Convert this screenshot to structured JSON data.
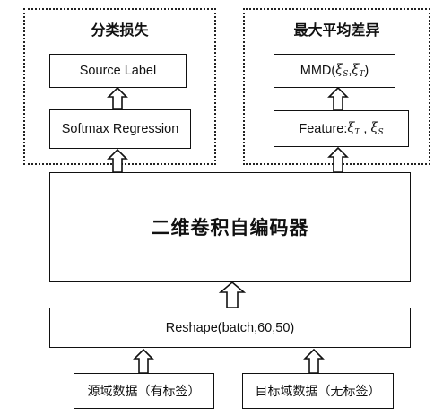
{
  "left_group": {
    "title": "分类损失",
    "source_label": "Source Label",
    "softmax": "Softmax Regression"
  },
  "right_group": {
    "title": "最大平均差异",
    "mmd_prefix": "MMD(",
    "mmd_arg1": "ξ",
    "mmd_arg1_sub": "S",
    "mmd_sep": ",",
    "mmd_arg2": "ξ",
    "mmd_arg2_sub": "T",
    "mmd_suffix": ")",
    "feature_prefix": "Feature:",
    "feature_arg1": "ξ",
    "feature_arg1_sub": "T",
    "feature_sep": " , ",
    "feature_arg2": "ξ",
    "feature_arg2_sub": "S"
  },
  "encoder": {
    "label": "二维卷积自编码器"
  },
  "reshape": {
    "label": "Reshape(batch,60,50)"
  },
  "inputs": {
    "source": "源域数据（有标签）",
    "target": "目标域数据（无标签）"
  }
}
